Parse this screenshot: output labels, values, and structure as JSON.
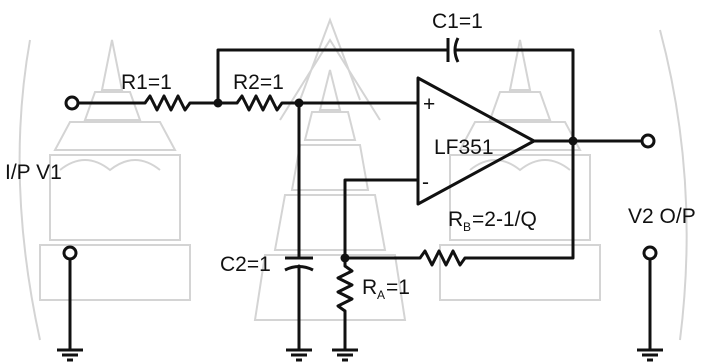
{
  "circuit": {
    "component_labels": {
      "r1": "R1=1",
      "r2": "R2=1",
      "c1": "C1=1",
      "c2": "C2=1",
      "opamp": "LF351",
      "plus": "+",
      "minus": "-",
      "ra_main": "R",
      "ra_sub": "A",
      "ra_value": "=1",
      "rb_main": "R",
      "rb_sub": "B",
      "rb_value": "=2-1/Q"
    },
    "port_labels": {
      "input": "I/P  V1",
      "output": "V2  O/P"
    }
  },
  "colors": {
    "ink": "#111111",
    "watermark": "#d4d4d4"
  },
  "watermark": {
    "type": "seal",
    "icons": [
      "temple-spire-icon",
      "pavilion-icon",
      "radiant-sun-icon"
    ]
  }
}
